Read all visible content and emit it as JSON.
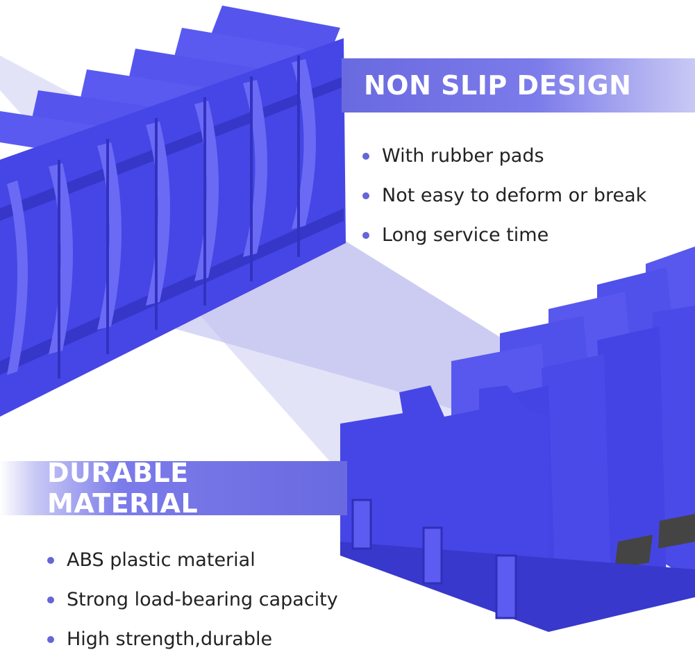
{
  "colors": {
    "accent": "#6a6ae0",
    "product_blue": "#4646e6",
    "product_shadow": "#2f2fb8",
    "bullet_dot": "#6565d8",
    "text": "#222222"
  },
  "top_section": {
    "title": "NON SLIP DESIGN",
    "bullets": [
      "With rubber pads",
      "Not easy to deform or break",
      "Long service time"
    ]
  },
  "bottom_section": {
    "title": "DURABLE MATERIAL",
    "bullets": [
      "ABS plastic material",
      "Strong load-bearing capacity",
      "High strength,durable"
    ]
  }
}
